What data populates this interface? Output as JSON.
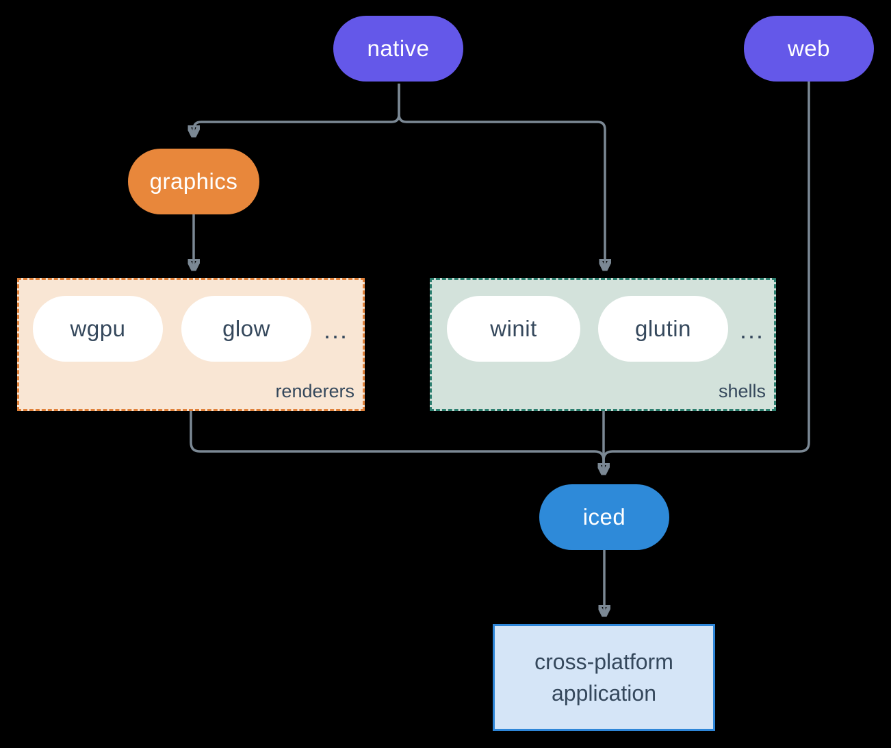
{
  "diagram": {
    "nodes": {
      "native": {
        "label": "native"
      },
      "web": {
        "label": "web"
      },
      "graphics": {
        "label": "graphics"
      },
      "iced": {
        "label": "iced"
      },
      "application": {
        "label": "cross-platform application"
      }
    },
    "groups": {
      "renderers": {
        "label": "renderers",
        "items": [
          "wgpu",
          "glow"
        ],
        "ellipsis": "..."
      },
      "shells": {
        "label": "shells",
        "items": [
          "winit",
          "glutin"
        ],
        "ellipsis": "..."
      }
    },
    "edges": [
      {
        "from": "native",
        "to": "graphics"
      },
      {
        "from": "native",
        "to": "shells"
      },
      {
        "from": "graphics",
        "to": "renderers"
      },
      {
        "from": "renderers",
        "to": "iced"
      },
      {
        "from": "shells",
        "to": "iced"
      },
      {
        "from": "web",
        "to": "iced"
      },
      {
        "from": "iced",
        "to": "application"
      }
    ],
    "colors": {
      "platform_pill": "#6458e9",
      "graphics_pill": "#e8873b",
      "iced_pill": "#2e8ad9",
      "edge_line": "#7b8894",
      "renderers_fill": "#f9e6d4",
      "renderers_border": "#e0813a",
      "shells_fill": "#d3e2db",
      "shells_border": "#2c7f6f",
      "app_fill": "#d5e5f7",
      "app_border": "#2e86d8",
      "dark_text": "#35485c",
      "background": "#000000"
    }
  }
}
